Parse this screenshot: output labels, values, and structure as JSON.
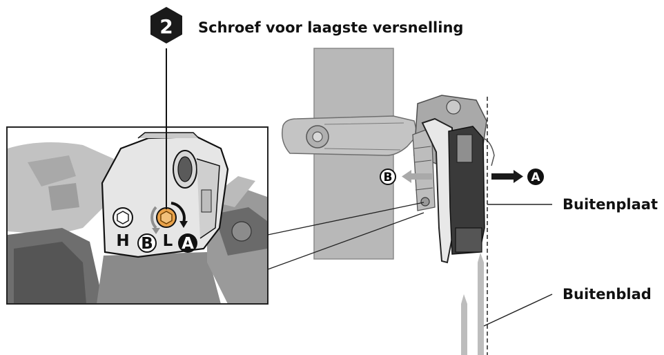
{
  "callout": {
    "step": "2",
    "title": "Schroef voor laagste versnelling"
  },
  "labels": {
    "outer_plate": "Buitenplaat",
    "outer_chainring": "Buitenblad"
  },
  "detail": {
    "letter_h": "H",
    "letter_l": "L",
    "marker_b": "B",
    "marker_a": "A"
  },
  "main": {
    "marker_b": "B",
    "marker_a": "A"
  },
  "colors": {
    "tube": "#b5b5b5",
    "part_gray": "#9c9c9c",
    "dark": "#1a1a1a",
    "screw": "#e9a24a",
    "arrow_gray": "#a9a9a9",
    "chain": "#bdbdbd"
  }
}
